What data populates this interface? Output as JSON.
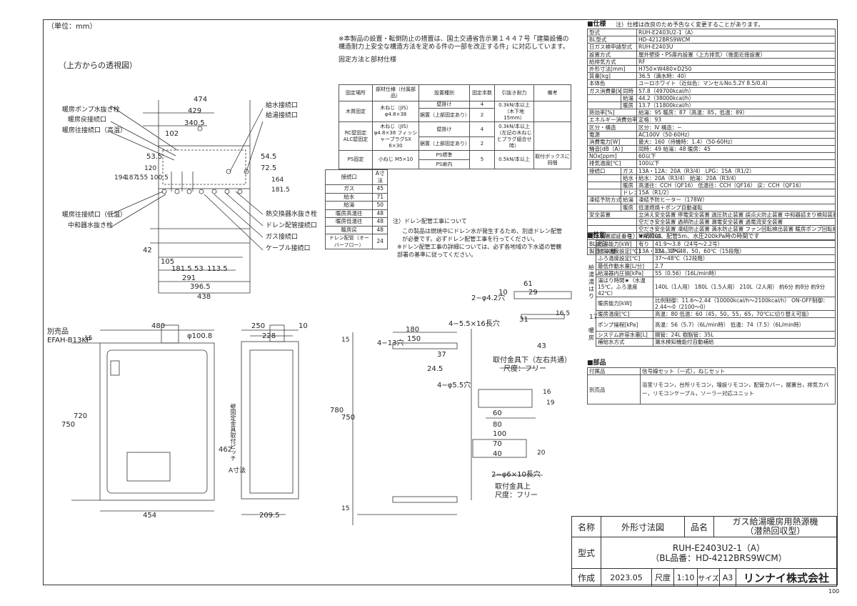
{
  "unit_note": "（単位：mm）",
  "views": {
    "top_title": "（上方からの透視図）",
    "front_option_line1": "別売品",
    "front_option_line2": "EFAH-B13KP",
    "fixing_label1": "取付金具下（左右共通）",
    "fixing_label1b": "尺度：フリー",
    "fixing_label2": "取付金具上",
    "fixing_label2b": "尺度：フリー"
  },
  "top_callouts_left": [
    "暖房ポンプ水抜き栓",
    "暖房戻接続口",
    "暖房往接続口（高温）",
    "暖房往接続口（低温）",
    "中和器水抜き栓"
  ],
  "top_callouts_right": [
    "給水接続口",
    "給湯接続口",
    "熱交換器水抜き栓",
    "ドレン配管接続口",
    "ガス接続口",
    "ケーブル接続口"
  ],
  "dimensions": {
    "top": [
      "474",
      "429",
      "340.5",
      "102",
      "53.5",
      "54.5",
      "72.5",
      "194",
      "187",
      "155",
      "120",
      "100.5",
      "164",
      "181.5",
      "42",
      "105",
      "181.5",
      "53",
      "113.5",
      "291",
      "396.5",
      "438"
    ],
    "front": [
      "480",
      "φ100.8",
      "15",
      "750",
      "720",
      "454",
      "462",
      "A寸法",
      "壁固定金具取付ピッチ"
    ],
    "side": [
      "250",
      "228",
      "10",
      "780",
      "750",
      "209.5",
      "15",
      "15"
    ],
    "bracket": [
      "61",
      "29",
      "10",
      "2−φ4.2穴",
      "31",
      "43",
      "4−13穴",
      "180",
      "150",
      "4−5.5×16長穴",
      "24.5",
      "37",
      "4−φ5.5穴",
      "60",
      "80",
      "100",
      "70",
      "40",
      "2−φ6×10長穴",
      "16",
      "19",
      "20",
      "16.5",
      "17"
    ]
  },
  "notes": {
    "top_note": "※本製品の設置・転倒防止の措置は、国土交通省告示第１４４７号「建築設備の構造耐力上安全な構造方法を定める件の一部を改正する件」に対応しています。",
    "fixing_title": "固定方法と部材仕様",
    "drain_note1": "注）ドレン配管工事について",
    "drain_note2": "この製品は燃焼中にドレン水が発生するため、別途ドレン配管が必要です。必ずドレン配管工事を行ってください。",
    "drain_note3": "※ドレン配管工事の詳細については、必ず各地域の下水道の管轄部署の基準に従ってください。"
  },
  "fixing_table": {
    "headers": [
      "固定場所",
      "部材仕様（付属部品）",
      "設置種別",
      "固定本数",
      "引抜き耐力",
      "備考"
    ],
    "rows": [
      [
        "木質固定",
        "木ねじ（JIS）φ4.8×38",
        "壁掛け",
        "4",
        "0.3kN/本以上（木下地15mm）",
        ""
      ],
      [
        "",
        "",
        "据置（上部固定あり）",
        "2",
        "",
        ""
      ],
      [
        "RC壁固定 ALC壁固定",
        "木ねじ（JIS）φ4.8×38 フィッシャープラグSX 6×30",
        "壁掛け",
        "4",
        "0.3kN/本以上（左記の木ねじとプラグ組合せ時）",
        ""
      ],
      [
        "",
        "",
        "据置（上部固定あり）",
        "2",
        "",
        ""
      ],
      [
        "PS固定",
        "小ねじ M5×10",
        "PS標準",
        "5",
        "0.5kN/本以上",
        "取付ボックスに同梱"
      ],
      [
        "",
        "",
        "PS扉内",
        "",
        "",
        ""
      ]
    ]
  },
  "connection_table": {
    "headers": [
      "接続口",
      "A寸法"
    ],
    "rows": [
      [
        "ガス",
        "45"
      ],
      [
        "給水",
        "71"
      ],
      [
        "給湯",
        "50"
      ],
      [
        "暖房高温往",
        "48"
      ],
      [
        "暖房低温往",
        "48"
      ],
      [
        "暖房戻",
        "48"
      ],
      [
        "ドレン配管（オーバーフロー）",
        "24"
      ]
    ]
  },
  "spec": {
    "title": "■仕様",
    "title_note": "注）仕様は改良のため予告なく変更することがあります。",
    "rows": [
      [
        "型式",
        "",
        "RUH-E2403U2-1（A）"
      ],
      [
        "BL型式",
        "",
        "HD-4212BRS9WCM"
      ],
      [
        "日ガス検申請型式",
        "",
        "RUH-E2403U"
      ],
      [
        "設置方式",
        "",
        "屋外壁掛・PS扉内設置〈上方排気〉（後面近接設置）"
      ],
      [
        "給排気方式",
        "",
        "RF"
      ],
      [
        "外形寸法[mm]",
        "",
        "H750×W480×D250"
      ],
      [
        "質量[kg]",
        "",
        "36.5（満水時：40）"
      ],
      [
        "本体色",
        "",
        "ユーロホワイト（近似色：マンセルNo.5.2Y 8.5/0.4）"
      ],
      [
        "ガス消費量[kW]",
        "同時",
        "57.8（49700kcal/h）"
      ],
      [
        "",
        "給湯",
        "44.2（38000kcal/h）"
      ],
      [
        "",
        "暖房",
        "13.7（11800kcal/h）"
      ],
      [
        "熱効率[%]",
        "",
        "給湯：95 暖房：87（高温：85，低温：89）"
      ],
      [
        "エネルギー消費効率[%]",
        "",
        "定格：93"
      ],
      [
        "区分・構造",
        "",
        "区分：Ⅳ 構造：−"
      ],
      [
        "電源",
        "",
        "AC100V（50-60Hz）"
      ],
      [
        "消費電力[W]",
        "",
        "最大：160（待機時：1.4）（50-60Hz）"
      ],
      [
        "騒音[dB（A）]",
        "",
        "同時：49 給湯：48 暖房：45"
      ],
      [
        "NOx[ppm]",
        "",
        "60以下"
      ],
      [
        "排気温度[℃]",
        "",
        "100以下"
      ],
      [
        "接続口",
        "ガス",
        "13A・12A：20A（R3/4） LPG：15A（R1/2）"
      ],
      [
        "",
        "給水・給湯",
        "給水：20A（R3/4） 給湯：20A（R3/4）"
      ],
      [
        "",
        "暖房",
        "高温往：CCH（QF16） 低温往：CCH（QF16） 戻：CCH（QF16）"
      ],
      [
        "",
        "ドレン",
        "15A（R1/2）"
      ],
      [
        "凍結予防方式",
        "給湯",
        "凍結予防ヒーター（178W）"
      ],
      [
        "",
        "暖房",
        "低温燃焼＋ポンプ自動運転"
      ],
      [
        "安全装置",
        "",
        "立消え安全装置 停電安全装置 過圧防止装置 誤点火防止装置 中和器詰まり検知装置"
      ],
      [
        "",
        "",
        "空だき安全装置 過熱防止装置 漏電安全装置 過電流安全装置"
      ],
      [
        "",
        "",
        "空だき安全装置 凍結防止装置 満水防止装置 ファン回転検出装置 暖房ポンプ回転検出装置"
      ],
      [
        "給水装置認証番号",
        "",
        "NW7004"
      ],
      [
        "BL認定",
        "",
        "有り"
      ],
      [
        "製造ガス種",
        "",
        "13A・12A，LPG"
      ]
    ]
  },
  "performance": {
    "title": "■性能",
    "title_note": "注）★項目は、配管5m、水圧200kPa時の時間です",
    "side_label_1": "給湯・湯はり",
    "side_label_2": "暖房",
    "rows": [
      [
        "給湯能力[kW]",
        "41.9〜3.8（24号〜2.2号）"
      ],
      [
        "給湯温度設定[℃]",
        "35，37〜48，50，60℃（15段階）"
      ],
      [
        "ふろ温度設定[℃]",
        "37〜48℃（12段階）"
      ],
      [
        "最低作動水量[L/分]",
        "2.7"
      ],
      [
        "給湯器内圧損[kPa]",
        "55（0.56）（16L/min時）"
      ],
      [
        "湯はり時間★（水温15℃，ふろ温度42℃）",
        "140L（1人用） 180L（1.5人用） 210L（2人用） 約6分 約8分 約9分"
      ],
      [
        "暖房能力[kW]",
        "比例制御：11.6〜2.44（10000kcal/h〜2100kcal/h） ON-OFF制御：2.44〜0（2100〜0）"
      ],
      [
        "暖房温度[℃]",
        "高温：80 低温：60（45，50，55，65，70℃に切り替え可能）"
      ],
      [
        "ポンプ揚程[kPa]",
        "高温：56（5.7）（6L/min時） 低温：74（7.5）（6L/min時）"
      ],
      [
        "システム許容水量[L]",
        "鋼管：24L 樹脂管：35L"
      ],
      [
        "補給水方式",
        "漏水検知機能付自動補給"
      ]
    ]
  },
  "parts": {
    "title": "■部品",
    "rows": [
      [
        "付属品",
        "信号線セット（一式），ねじセット"
      ],
      [
        "別売品",
        "浴室リモコン，台所リモコン，増設リモコン，配管カバー，据置台，排気カバー，リモコンケーブル，ソーラー対応ユニット"
      ]
    ]
  },
  "title_block": {
    "name_label": "名称",
    "name_value": "外形寸法図",
    "product_label": "品名",
    "product_value_1": "ガス給湯暖房用熱源機",
    "product_value_2": "（潜熱回収型）",
    "model_label": "型式",
    "model_value_1": "RUH-E2403U2-1（A）",
    "model_value_2": "（BL品番：HD-4212BRS9WCM）",
    "author_label": "作成",
    "date": "2023.05",
    "scale_label": "尺度",
    "scale_value": "1:10",
    "size_label": "サイズ",
    "size_value": "A3",
    "company": "リンナイ株式会社"
  },
  "page_number": "100"
}
